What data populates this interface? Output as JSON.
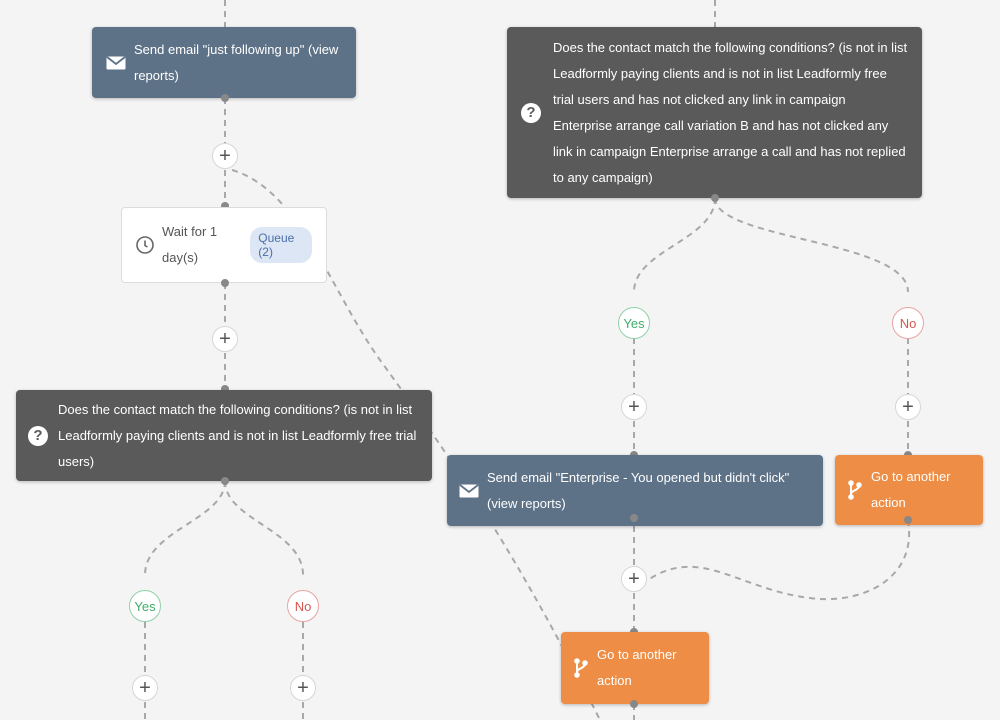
{
  "nodes": {
    "email_followup": {
      "text": "Send email \"just following up\" (view reports)",
      "icon": "envelope-icon"
    },
    "wait": {
      "text": "Wait for 1 day(s)",
      "badge": "Queue (2)",
      "icon": "clock-icon"
    },
    "condition_left": {
      "text": "Does the contact match the following conditions? (is not in list Leadformly paying clients and is not in list Leadformly free trial users)",
      "icon": "question-icon"
    },
    "condition_right": {
      "text": "Does the contact match the following conditions? (is not in list Leadformly paying clients and is not in list Leadformly free trial users and has not clicked any link in campaign Enterprise arrange call variation B and has not clicked any link in campaign Enterprise arrange a call and has not replied to any campaign)",
      "icon": "question-icon"
    },
    "email_enterprise": {
      "text": "Send email \"Enterprise - You opened but didn't click\" (view reports)",
      "icon": "envelope-icon"
    },
    "goto_right": {
      "text": "Go to another action",
      "icon": "branch-icon"
    },
    "goto_bottom": {
      "text": "Go to another action",
      "icon": "branch-icon"
    }
  },
  "branches": {
    "left_yes": "Yes",
    "left_no": "No",
    "right_yes": "Yes",
    "right_no": "No"
  },
  "add_step_symbol": "+",
  "colors": {
    "email": "#5d7187",
    "condition": "#5a5a5a",
    "goto": "#ee8d45",
    "yes": "#3fae6a",
    "no": "#d4584f",
    "connector": "#a8a8a8"
  }
}
